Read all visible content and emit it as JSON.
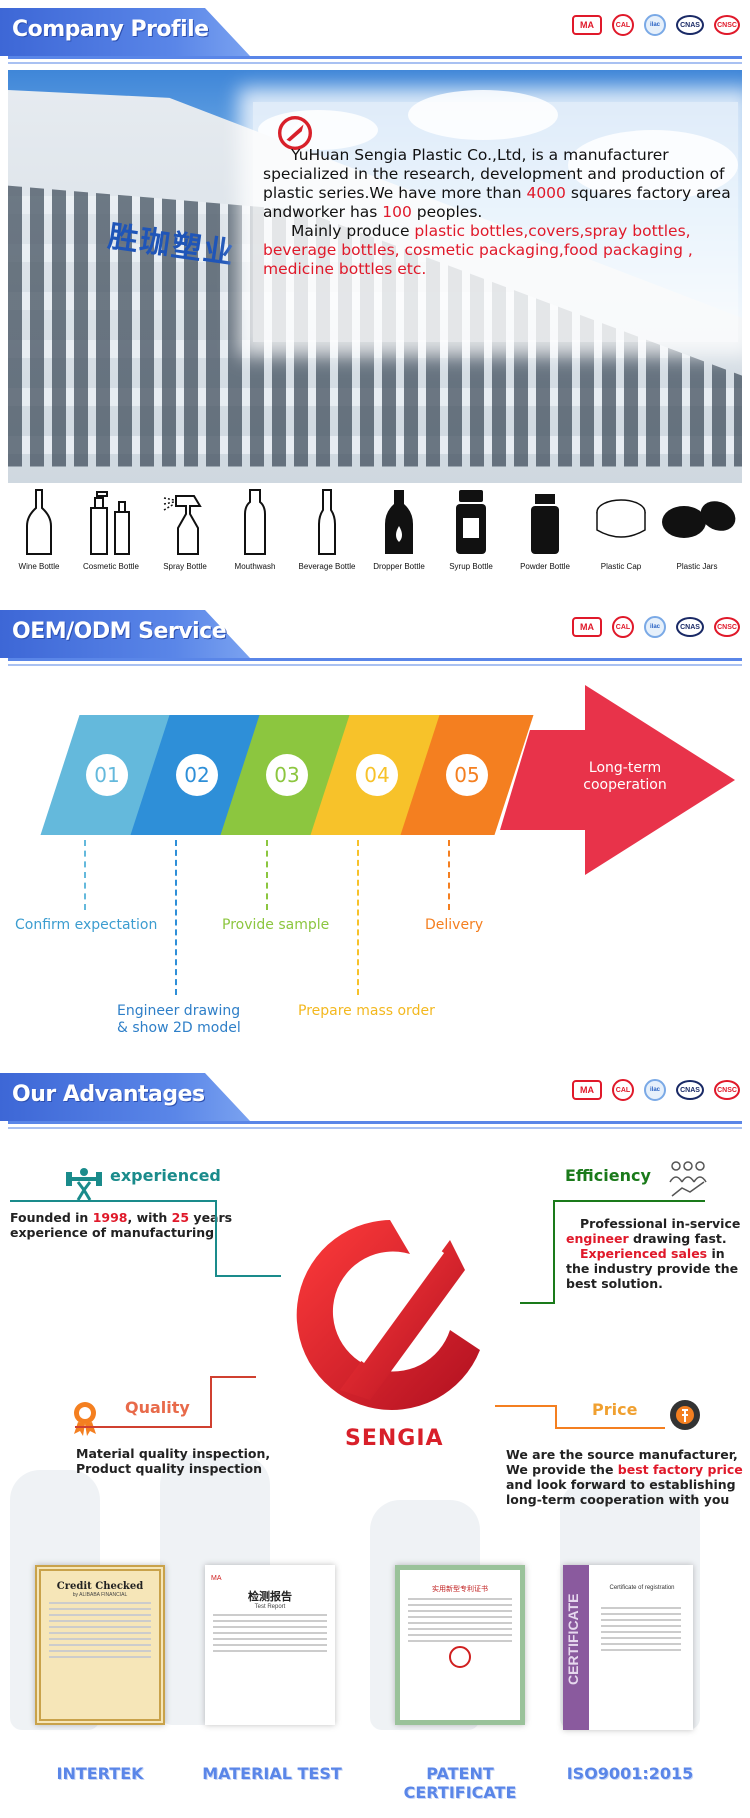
{
  "sections": {
    "profile_title": "Company Profile",
    "oem_title": "OEM/ODM Service",
    "adv_title": "Our Advantages"
  },
  "cert_icons": [
    "MA",
    "CAL",
    "ilac",
    "CNAS",
    "CNSC"
  ],
  "hero": {
    "sign": "胜珈塑业",
    "p1_a": "YuHuan Sengia Plastic Co.,Ltd, is a manufacturer specialized in the research, development and production of plastic series.We have more than ",
    "p1_num1": "4000",
    "p1_b": " squares factory area andworker has ",
    "p1_num2": "100",
    "p1_c": " peoples.",
    "p2_a": "Mainly produce ",
    "p2_red": "plastic bottles,covers,spray bottles, beverage bottles, cosmetic packaging,food packaging , medicine bottles etc."
  },
  "products": [
    {
      "label": "Wine Bottle"
    },
    {
      "label": "Cosmetic Bottle"
    },
    {
      "label": "Spray Bottle"
    },
    {
      "label": "Mouthwash"
    },
    {
      "label": "Beverage Bottle"
    },
    {
      "label": "Dropper Bottle"
    },
    {
      "label": "Syrup Bottle"
    },
    {
      "label": "Powder Bottle"
    },
    {
      "label": "Plastic Cap"
    },
    {
      "label": "Plastic Jars"
    }
  ],
  "oem": {
    "steps": [
      "01",
      "02",
      "03",
      "04",
      "05"
    ],
    "step_colors": [
      "#64b9dc",
      "#2e8fd8",
      "#8cc63f",
      "#f7c22a",
      "#f47f20"
    ],
    "arrow_color": "#e8334a",
    "arrow_label": "Long-term cooperation",
    "labels": {
      "s1": "Confirm expectation",
      "s2_l1": "Engineer drawing",
      "s2_l2": "& show 2D model",
      "s3": "Provide sample",
      "s4": "Prepare mass order",
      "s5": "Delivery"
    }
  },
  "advantages": {
    "experienced_title": "experienced",
    "experienced_a": "Founded in ",
    "experienced_year": "1998",
    "experienced_b": ", with ",
    "experienced_num": "25",
    "experienced_c": " years",
    "experienced_d": "experience of manufacturing",
    "efficiency_title": "Efficiency",
    "efficiency_a": "Professional in-service",
    "efficiency_red1": "engineer",
    "efficiency_b": " drawing fast.",
    "efficiency_red2": "Experienced sales",
    "efficiency_c": " in the industry provide the best solution.",
    "quality_title": "Quality",
    "quality_l1": "Material quality inspection,",
    "quality_l2": "Product quality inspection",
    "price_title": "Price",
    "price_l1": "We are the source manufacturer,",
    "price_a": "We provide the ",
    "price_red": "best factory price",
    "price_b": "and look forward to establishing",
    "price_c": "long-term cooperation with you",
    "brand": "SENGIA"
  },
  "certificates": [
    {
      "label": "INTERTEK",
      "heading": "Credit Checked",
      "sub": "by ALIBABA FINANCIAL"
    },
    {
      "label": "MATERIAL TEST",
      "heading": "检测报告",
      "sub": "Test Report"
    },
    {
      "label": "PATENT CERTIFICATE",
      "heading": "实用新型专利证书",
      "sub": ""
    },
    {
      "label": "ISO9001:2015",
      "heading": "Certificate of registration",
      "sub": "CERTIFICATE"
    }
  ]
}
